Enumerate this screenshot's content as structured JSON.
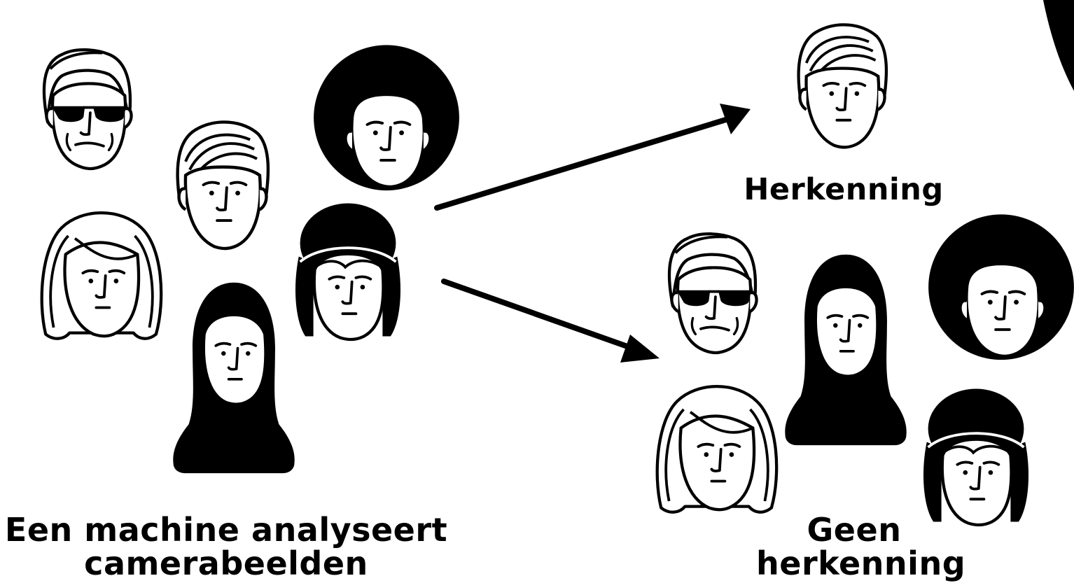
{
  "labels": {
    "input_line1": "Een machine analyseert",
    "input_line2": "camerabeelden",
    "recognition": "Herkenning",
    "no_recognition_line1": "Geen",
    "no_recognition_line2": "herkenning"
  },
  "colors": {
    "ink": "#000000",
    "paper": "#ffffff"
  }
}
